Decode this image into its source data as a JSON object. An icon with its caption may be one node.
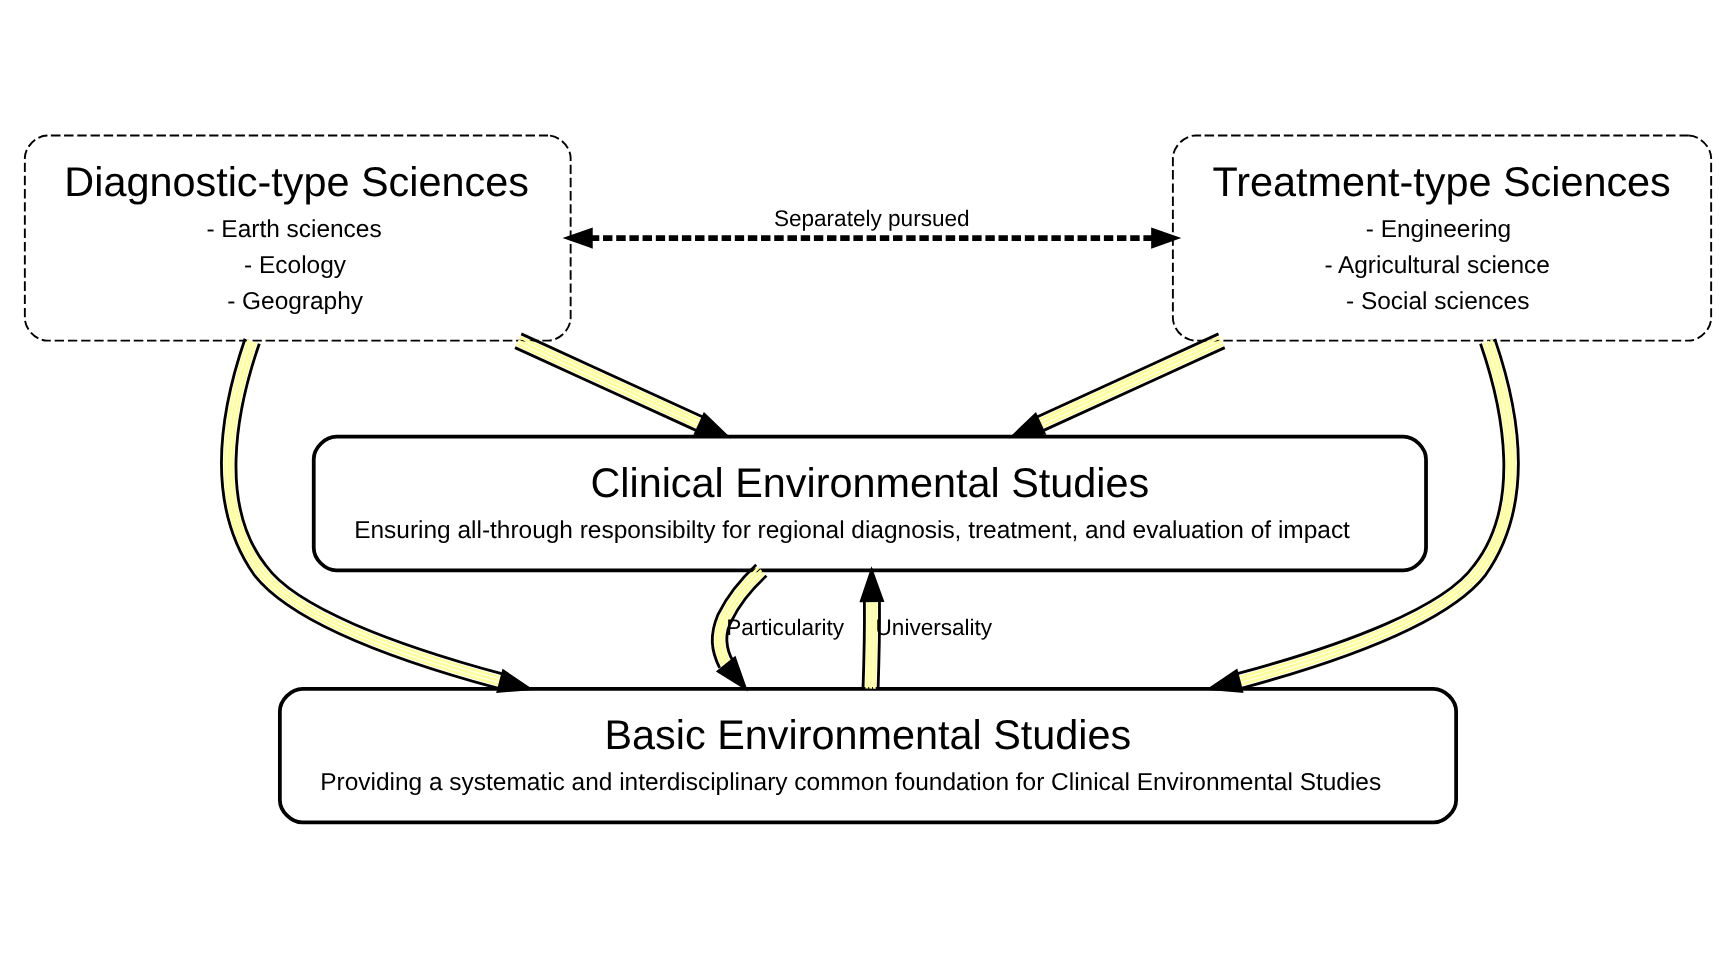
{
  "diagram": {
    "nodes": [
      {
        "text": [
          "Diagnostic-type Sciences",
          "- Earth sciences",
          "- Ecology",
          "- Geography"
        ]
      },
      {
        "text": [
          "Clinical Environmental Studies",
          "Ensuring all-through responsibilty for regional diagnosis, treatment, and evaluation of impact"
        ]
      },
      {
        "text": [
          "Treatment-type Sciences",
          "- Engineering",
          "- Agricultural science",
          "- Social sciences"
        ]
      },
      {
        "text": [
          "Basic Environmental Studies",
          "Providing a systematic and interdisciplinary common foundation for Clinical Environmental Studies"
        ]
      }
    ],
    "edges": [
      {
        "from": 0,
        "to": 1,
        "arrow": "to"
      },
      {
        "from": 2,
        "to": 1,
        "arrow": "to"
      },
      {
        "from": 3,
        "to": 1,
        "arrow": "to",
        "label": "Universality"
      },
      {
        "from": 1,
        "to": 3,
        "arrow": "to",
        "label": "Particularity"
      },
      {
        "from": 0,
        "to": 2,
        "arrow": "both",
        "label": "Separately pursued",
        "style": "dashed",
        "color": "#000000"
      },
      {
        "from": 0,
        "to": 3,
        "arrow": "to"
      },
      {
        "from": 2,
        "to": 3,
        "arrow": "to"
      }
    ]
  }
}
